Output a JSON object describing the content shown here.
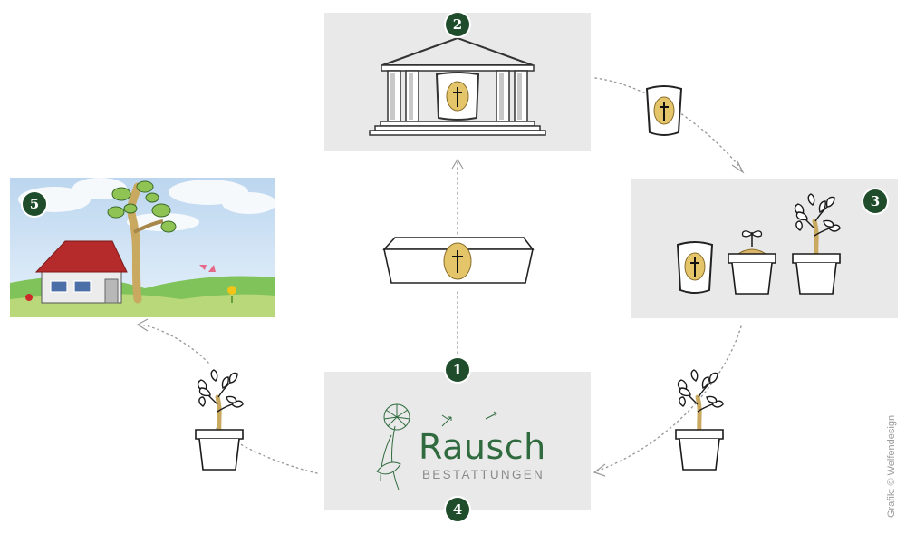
{
  "steps": [
    {
      "number": "1",
      "icon": "coffin-icon"
    },
    {
      "number": "2",
      "icon": "temple-with-urn-icon"
    },
    {
      "number": "3",
      "icon": "urn-sprout-pots-icon"
    },
    {
      "number": "4",
      "icon": "rausch-logo"
    },
    {
      "number": "5",
      "icon": "house-tree-landscape-icon"
    }
  ],
  "logo": {
    "name": "Rausch",
    "sub": "BESTATTUNGEN"
  },
  "credit": "Grafik: © Welfendesign",
  "colors": {
    "badge": "#1f4d2c",
    "panel": "#e9e9e9",
    "logo_green": "#2f6b3e",
    "urn_gold": "#e4c56a"
  }
}
